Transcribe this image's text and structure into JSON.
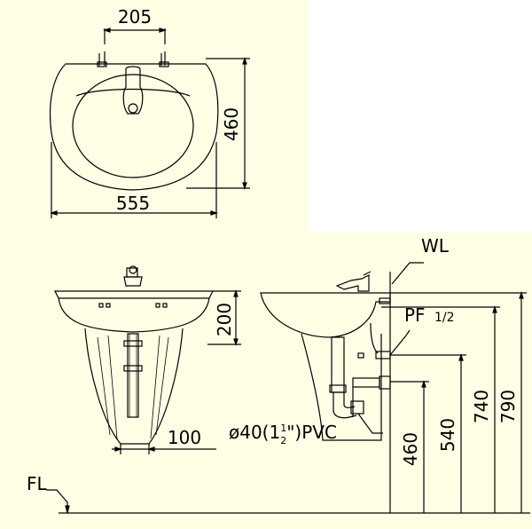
{
  "colors": {
    "background": "#ffffe6",
    "corner": "#ffffff",
    "line": "#000000"
  },
  "top_view": {
    "faucet_spacing": "205",
    "width": "555",
    "depth": "460"
  },
  "front_view": {
    "basin_height": "200",
    "pedestal_offset": "100"
  },
  "side_view": {
    "wall_line_label": "WL",
    "floor_line_label": "FL",
    "supply_label": "PF",
    "supply_size": "1/2",
    "drain_prefix": "ø40(1",
    "drain_frac_num": "1",
    "drain_frac_den": "2",
    "drain_suffix": "\")PVC",
    "dim_drain": "460",
    "dim_supply": "540",
    "dim_rim": "740",
    "dim_top": "790"
  }
}
